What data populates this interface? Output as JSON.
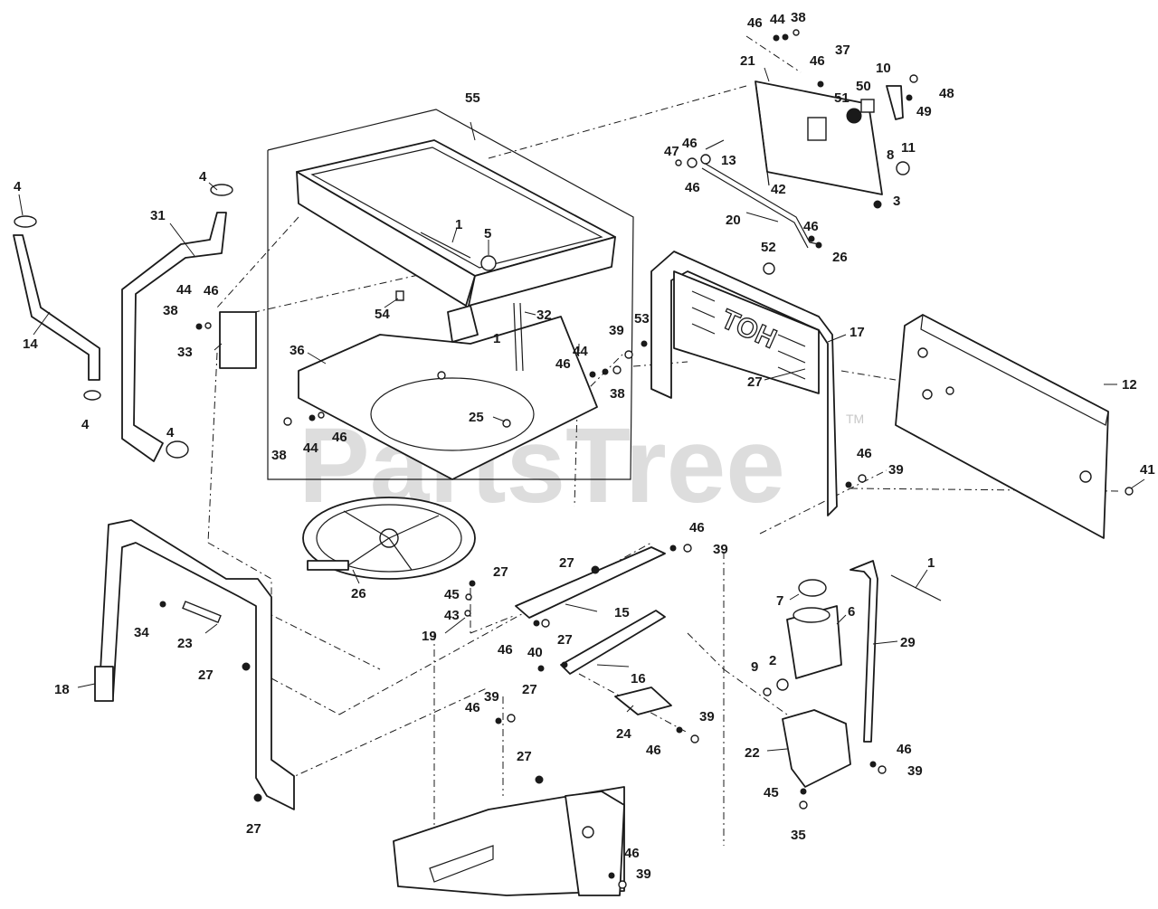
{
  "watermark": {
    "text": "PartsTree",
    "trademark": "TM"
  },
  "frame_emboss": "TOH",
  "callouts": [
    {
      "id": "c-46a",
      "text": "46"
    },
    {
      "id": "c-44a",
      "text": "44"
    },
    {
      "id": "c-38a",
      "text": "38"
    },
    {
      "id": "c-21",
      "text": "21"
    },
    {
      "id": "c-46b",
      "text": "46"
    },
    {
      "id": "c-37",
      "text": "37"
    },
    {
      "id": "c-10",
      "text": "10"
    },
    {
      "id": "c-48",
      "text": "48"
    },
    {
      "id": "c-50",
      "text": "50"
    },
    {
      "id": "c-51",
      "text": "51"
    },
    {
      "id": "c-49",
      "text": "49"
    },
    {
      "id": "c-55",
      "text": "55"
    },
    {
      "id": "c-46c",
      "text": "46"
    },
    {
      "id": "c-47",
      "text": "47"
    },
    {
      "id": "c-13",
      "text": "13"
    },
    {
      "id": "c-46d",
      "text": "46"
    },
    {
      "id": "c-42",
      "text": "42"
    },
    {
      "id": "c-8",
      "text": "8"
    },
    {
      "id": "c-11",
      "text": "11"
    },
    {
      "id": "c-3",
      "text": "3"
    },
    {
      "id": "c-4a",
      "text": "4"
    },
    {
      "id": "c-4b",
      "text": "4"
    },
    {
      "id": "c-31",
      "text": "31"
    },
    {
      "id": "c-1a",
      "text": "1"
    },
    {
      "id": "c-5",
      "text": "5"
    },
    {
      "id": "c-20",
      "text": "20"
    },
    {
      "id": "c-46e",
      "text": "46"
    },
    {
      "id": "c-26a",
      "text": "26"
    },
    {
      "id": "c-52",
      "text": "52"
    },
    {
      "id": "c-44b",
      "text": "44"
    },
    {
      "id": "c-46f",
      "text": "46"
    },
    {
      "id": "c-38b",
      "text": "38"
    },
    {
      "id": "c-54",
      "text": "54"
    },
    {
      "id": "c-32",
      "text": "32"
    },
    {
      "id": "c-14",
      "text": "14"
    },
    {
      "id": "c-33",
      "text": "33"
    },
    {
      "id": "c-39a",
      "text": "39"
    },
    {
      "id": "c-53",
      "text": "53"
    },
    {
      "id": "c-36",
      "text": "36"
    },
    {
      "id": "c-1b",
      "text": "1"
    },
    {
      "id": "c-44c",
      "text": "44"
    },
    {
      "id": "c-46g",
      "text": "46"
    },
    {
      "id": "c-38c",
      "text": "38"
    },
    {
      "id": "c-17",
      "text": "17"
    },
    {
      "id": "c-27a",
      "text": "27"
    },
    {
      "id": "c-4c",
      "text": "4"
    },
    {
      "id": "c-25",
      "text": "25"
    },
    {
      "id": "c-12",
      "text": "12"
    },
    {
      "id": "c-4d",
      "text": "4"
    },
    {
      "id": "c-38d",
      "text": "38"
    },
    {
      "id": "c-44d",
      "text": "44"
    },
    {
      "id": "c-46h",
      "text": "46"
    },
    {
      "id": "c-46i",
      "text": "46"
    },
    {
      "id": "c-39b",
      "text": "39"
    },
    {
      "id": "c-41",
      "text": "41"
    },
    {
      "id": "c-46j",
      "text": "46"
    },
    {
      "id": "c-39c",
      "text": "39"
    },
    {
      "id": "c-27b",
      "text": "27"
    },
    {
      "id": "c-27c",
      "text": "27"
    },
    {
      "id": "c-1c",
      "text": "1"
    },
    {
      "id": "c-45a",
      "text": "45"
    },
    {
      "id": "c-26b",
      "text": "26"
    },
    {
      "id": "c-7",
      "text": "7"
    },
    {
      "id": "c-6",
      "text": "6"
    },
    {
      "id": "c-43",
      "text": "43"
    },
    {
      "id": "c-15",
      "text": "15"
    },
    {
      "id": "c-34",
      "text": "34"
    },
    {
      "id": "c-19",
      "text": "19"
    },
    {
      "id": "c-23",
      "text": "23"
    },
    {
      "id": "c-27d",
      "text": "27"
    },
    {
      "id": "c-46k",
      "text": "46"
    },
    {
      "id": "c-40",
      "text": "40"
    },
    {
      "id": "c-29",
      "text": "29"
    },
    {
      "id": "c-2",
      "text": "2"
    },
    {
      "id": "c-9",
      "text": "9"
    },
    {
      "id": "c-27e",
      "text": "27"
    },
    {
      "id": "c-27f",
      "text": "27"
    },
    {
      "id": "c-16",
      "text": "16"
    },
    {
      "id": "c-18",
      "text": "18"
    },
    {
      "id": "c-39d",
      "text": "39"
    },
    {
      "id": "c-46l",
      "text": "46"
    },
    {
      "id": "c-24",
      "text": "24"
    },
    {
      "id": "c-39e",
      "text": "39"
    },
    {
      "id": "c-46m",
      "text": "46"
    },
    {
      "id": "c-22",
      "text": "22"
    },
    {
      "id": "c-46n",
      "text": "46"
    },
    {
      "id": "c-27g",
      "text": "27"
    },
    {
      "id": "c-39f",
      "text": "39"
    },
    {
      "id": "c-45b",
      "text": "45"
    },
    {
      "id": "c-35",
      "text": "35"
    },
    {
      "id": "c-27h",
      "text": "27"
    },
    {
      "id": "c-46o",
      "text": "46"
    },
    {
      "id": "c-39g",
      "text": "39"
    }
  ]
}
